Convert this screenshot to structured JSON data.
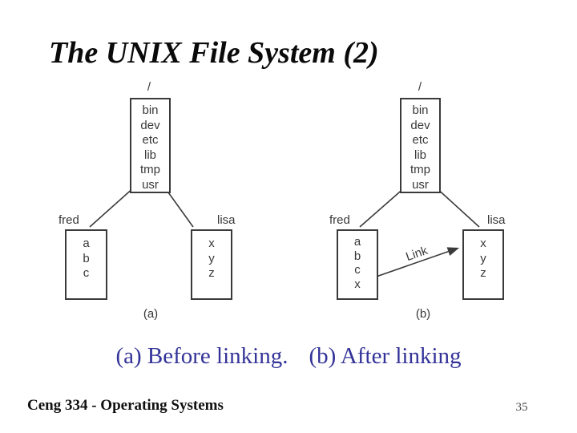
{
  "slide": {
    "title": "The UNIX File System (2)",
    "caption": {
      "a": "(a) Before linking.",
      "b": "(b) After linking"
    },
    "footer_text": "Ceng 334 - Operating Systems",
    "page_number": "35",
    "caption_color": "#333399",
    "diagram_ink_color": "#3a3a3a",
    "background_color": "#ffffff"
  },
  "diagrams": {
    "a": {
      "root_label": "/",
      "root_items": [
        "bin",
        "dev",
        "etc",
        "lib",
        "tmp",
        "usr"
      ],
      "left_label": "fred",
      "left_items": [
        "a",
        "b",
        "c"
      ],
      "right_label": "lisa",
      "right_items": [
        "x",
        "y",
        "z"
      ],
      "sublabel": "(a)"
    },
    "b": {
      "root_label": "/",
      "root_items": [
        "bin",
        "dev",
        "etc",
        "lib",
        "tmp",
        "usr"
      ],
      "left_label": "fred",
      "left_items": [
        "a",
        "b",
        "c",
        "x"
      ],
      "right_label": "lisa",
      "right_items": [
        "x",
        "y",
        "z"
      ],
      "link_label": "Link",
      "sublabel": "(b)"
    }
  }
}
